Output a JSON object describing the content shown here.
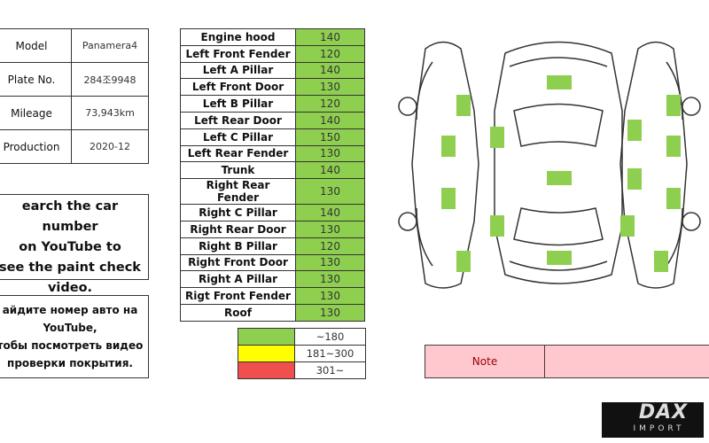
{
  "vehicle": {
    "rows": [
      {
        "label": "Model",
        "value": "Panamera4"
      },
      {
        "label": "Plate No.",
        "value": "284조9948"
      },
      {
        "label": "Mileage",
        "value": "73,943km"
      },
      {
        "label": "Production",
        "value": "2020-12"
      }
    ]
  },
  "notice_en": [
    "earch the car number",
    "on YouTube to",
    "see the paint check",
    "video."
  ],
  "notice_ru": [
    "айдите номер авто на",
    "YouTube,",
    "тобы посмотреть видео",
    "проверки покрытия."
  ],
  "parts": [
    {
      "name": "Engine hood",
      "value": "140"
    },
    {
      "name": "Left Front Fender",
      "value": "120"
    },
    {
      "name": "Left A Pillar",
      "value": "140"
    },
    {
      "name": "Left Front Door",
      "value": "130"
    },
    {
      "name": "Left B Pillar",
      "value": "120"
    },
    {
      "name": "Left Rear Door",
      "value": "140"
    },
    {
      "name": "Left C Pillar",
      "value": "150"
    },
    {
      "name": "Left Rear Fender",
      "value": "130"
    },
    {
      "name": "Trunk",
      "value": "140"
    },
    {
      "name": "Right Rear Fender",
      "value": "130"
    },
    {
      "name": "Right C Pillar",
      "value": "140"
    },
    {
      "name": "Right Rear Door",
      "value": "130"
    },
    {
      "name": "Right B Pillar",
      "value": "120"
    },
    {
      "name": "Right Front Door",
      "value": "130"
    },
    {
      "name": "Right A Pillar",
      "value": "130"
    },
    {
      "name": "Rigt Front Fender",
      "value": "130"
    },
    {
      "name": "Roof",
      "value": "130"
    }
  ],
  "legend": [
    {
      "color": "#8fcf4f",
      "range": "~180"
    },
    {
      "color": "#ffff00",
      "range": "181~300"
    },
    {
      "color": "#ef4f4f",
      "range": "301~"
    }
  ],
  "note": {
    "label": "Note",
    "value": ""
  },
  "logo": {
    "brand": "DAX",
    "sub": "IMPORT"
  },
  "colors": {
    "ok": "#8fcf4f",
    "note_bg": "#ffc7ce"
  }
}
